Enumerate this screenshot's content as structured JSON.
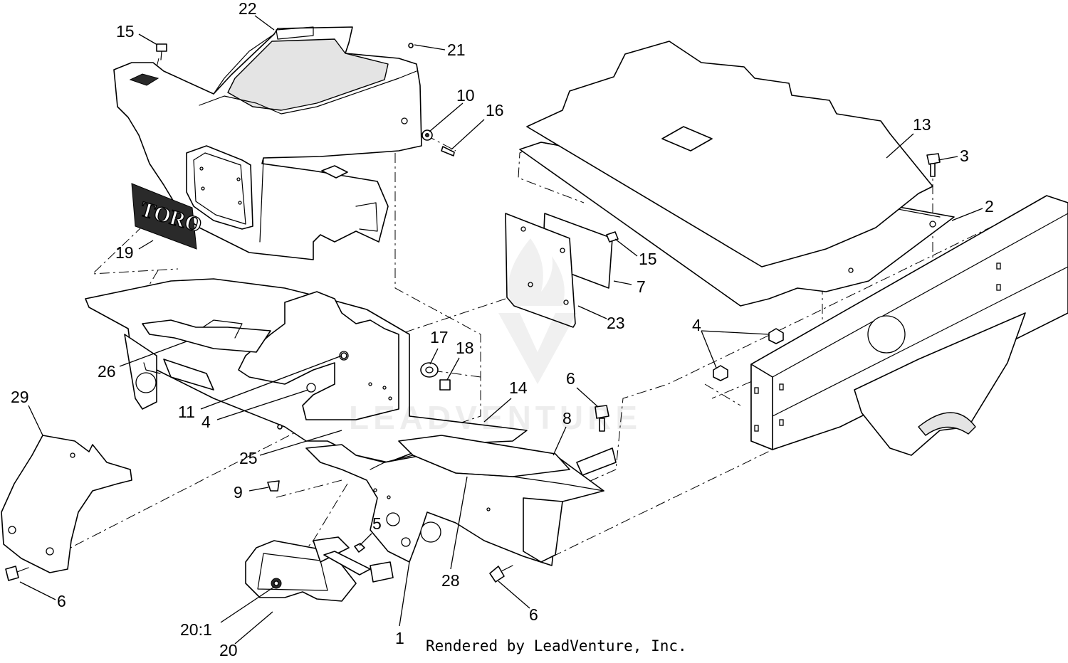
{
  "footer": "Rendered by LeadVenture, Inc.",
  "watermark": "LEADVENTURE",
  "logo": "TORO",
  "callouts": {
    "c1": "1",
    "c2": "2",
    "c3": "3",
    "c4a": "4",
    "c4b": "4",
    "c5": "5",
    "c6a": "6",
    "c6b": "6",
    "c6c": "6",
    "c7": "7",
    "c8": "8",
    "c9": "9",
    "c10": "10",
    "c11": "11",
    "c13": "13",
    "c14": "14",
    "c15a": "15",
    "c15b": "15",
    "c16": "16",
    "c17": "17",
    "c18": "18",
    "c19": "19",
    "c20": "20",
    "c20_1": "20:1",
    "c21": "21",
    "c22": "22",
    "c23": "23",
    "c25": "25",
    "c26": "26",
    "c28": "28",
    "c29": "29"
  }
}
